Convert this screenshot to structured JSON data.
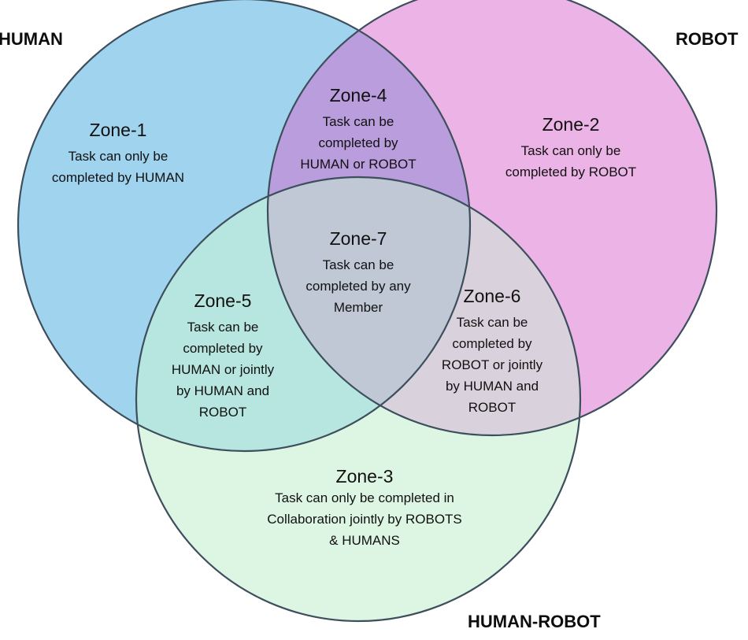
{
  "sets": {
    "human": {
      "label": "HUMAN",
      "color": "#9fd3ee"
    },
    "robot": {
      "label": "ROBOT",
      "color": "#ecb4e6"
    },
    "human_robot": {
      "label": "HUMAN-ROBOT",
      "color": "#ddf5e3"
    }
  },
  "outline_color": "#3d4e5c",
  "overlap_colors": {
    "zone_4": "#b99ddc",
    "zone_5": "#b6e6df",
    "zone_6": "#d9d2dc",
    "zone_7": "#bfc8d4"
  },
  "zones": {
    "zone_1": {
      "title": "Zone-1",
      "lines": [
        "Task can only be",
        "completed by HUMAN"
      ]
    },
    "zone_2": {
      "title": "Zone-2",
      "lines": [
        "Task can only be",
        "completed by ROBOT"
      ]
    },
    "zone_3": {
      "title": "Zone-3",
      "lines": [
        "Task can only be completed in",
        "Collaboration jointly by ROBOTS",
        "& HUMANS"
      ]
    },
    "zone_4": {
      "title": "Zone-4",
      "lines": [
        "Task can be",
        "completed by",
        "HUMAN or ROBOT"
      ]
    },
    "zone_5": {
      "title": "Zone-5",
      "lines": [
        "Task can be",
        "completed by",
        "HUMAN or jointly",
        "by HUMAN and",
        "ROBOT"
      ]
    },
    "zone_6": {
      "title": "Zone-6",
      "lines": [
        "Task can be",
        "completed by",
        "ROBOT or jointly",
        "by HUMAN and",
        "ROBOT"
      ]
    },
    "zone_7": {
      "title": "Zone-7",
      "lines": [
        "Task can be",
        "completed by any",
        "Member"
      ]
    }
  }
}
